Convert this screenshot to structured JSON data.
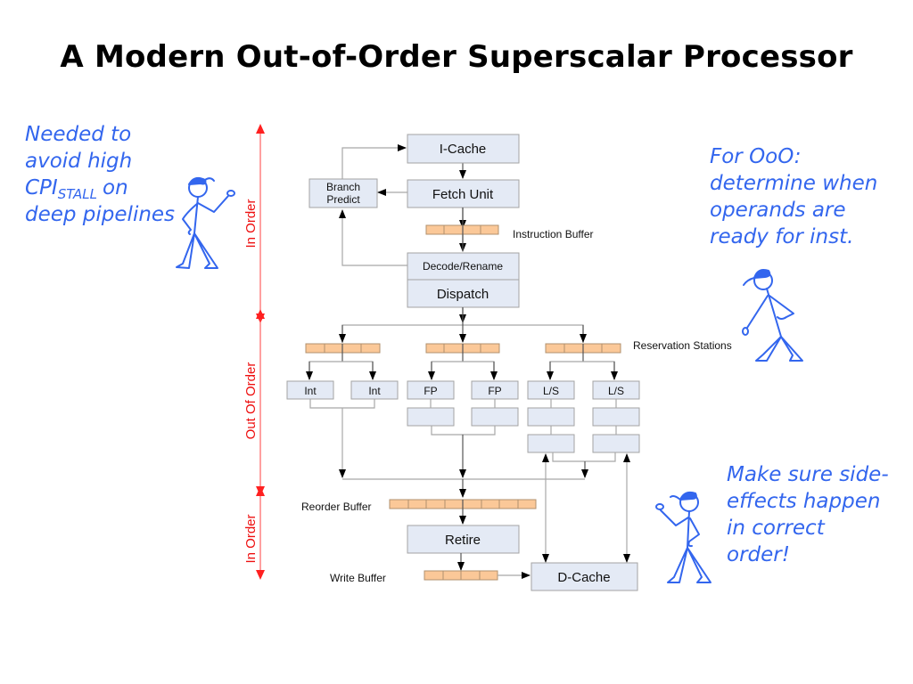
{
  "title": "A Modern Out-of-Order Superscalar Processor",
  "notes": {
    "left": [
      "Needed to",
      "avoid high",
      "CPI",
      "STALL",
      "on",
      "deep pipelines"
    ],
    "top_right": [
      "For OoO:",
      "determine when",
      "operands are",
      "ready for inst."
    ],
    "bottom_right": [
      "Make sure side-",
      "effects happen",
      "in correct",
      "order!"
    ]
  },
  "phases": [
    {
      "label": "In Order"
    },
    {
      "label": "Out Of Order"
    },
    {
      "label": "In Order"
    }
  ],
  "units": {
    "icache": "I-Cache",
    "fetch": "Fetch Unit",
    "branch_line1": "Branch",
    "branch_line2": "Predict",
    "decode": "Decode/Rename",
    "dispatch": "Dispatch",
    "int1": "Int",
    "int2": "Int",
    "fp1": "FP",
    "fp2": "FP",
    "ls1": "L/S",
    "ls2": "L/S",
    "retire": "Retire",
    "dcache": "D-Cache"
  },
  "buffers": {
    "instruction": "Instruction Buffer",
    "reservation": "Reservation Stations",
    "reorder": "Reorder Buffer",
    "write": "Write Buffer"
  },
  "colors": {
    "unit_fill": "#e4eaf5",
    "buffer_fill": "#fbc898",
    "note_blue": "#3366ee",
    "phase_red": "#ee1111"
  }
}
